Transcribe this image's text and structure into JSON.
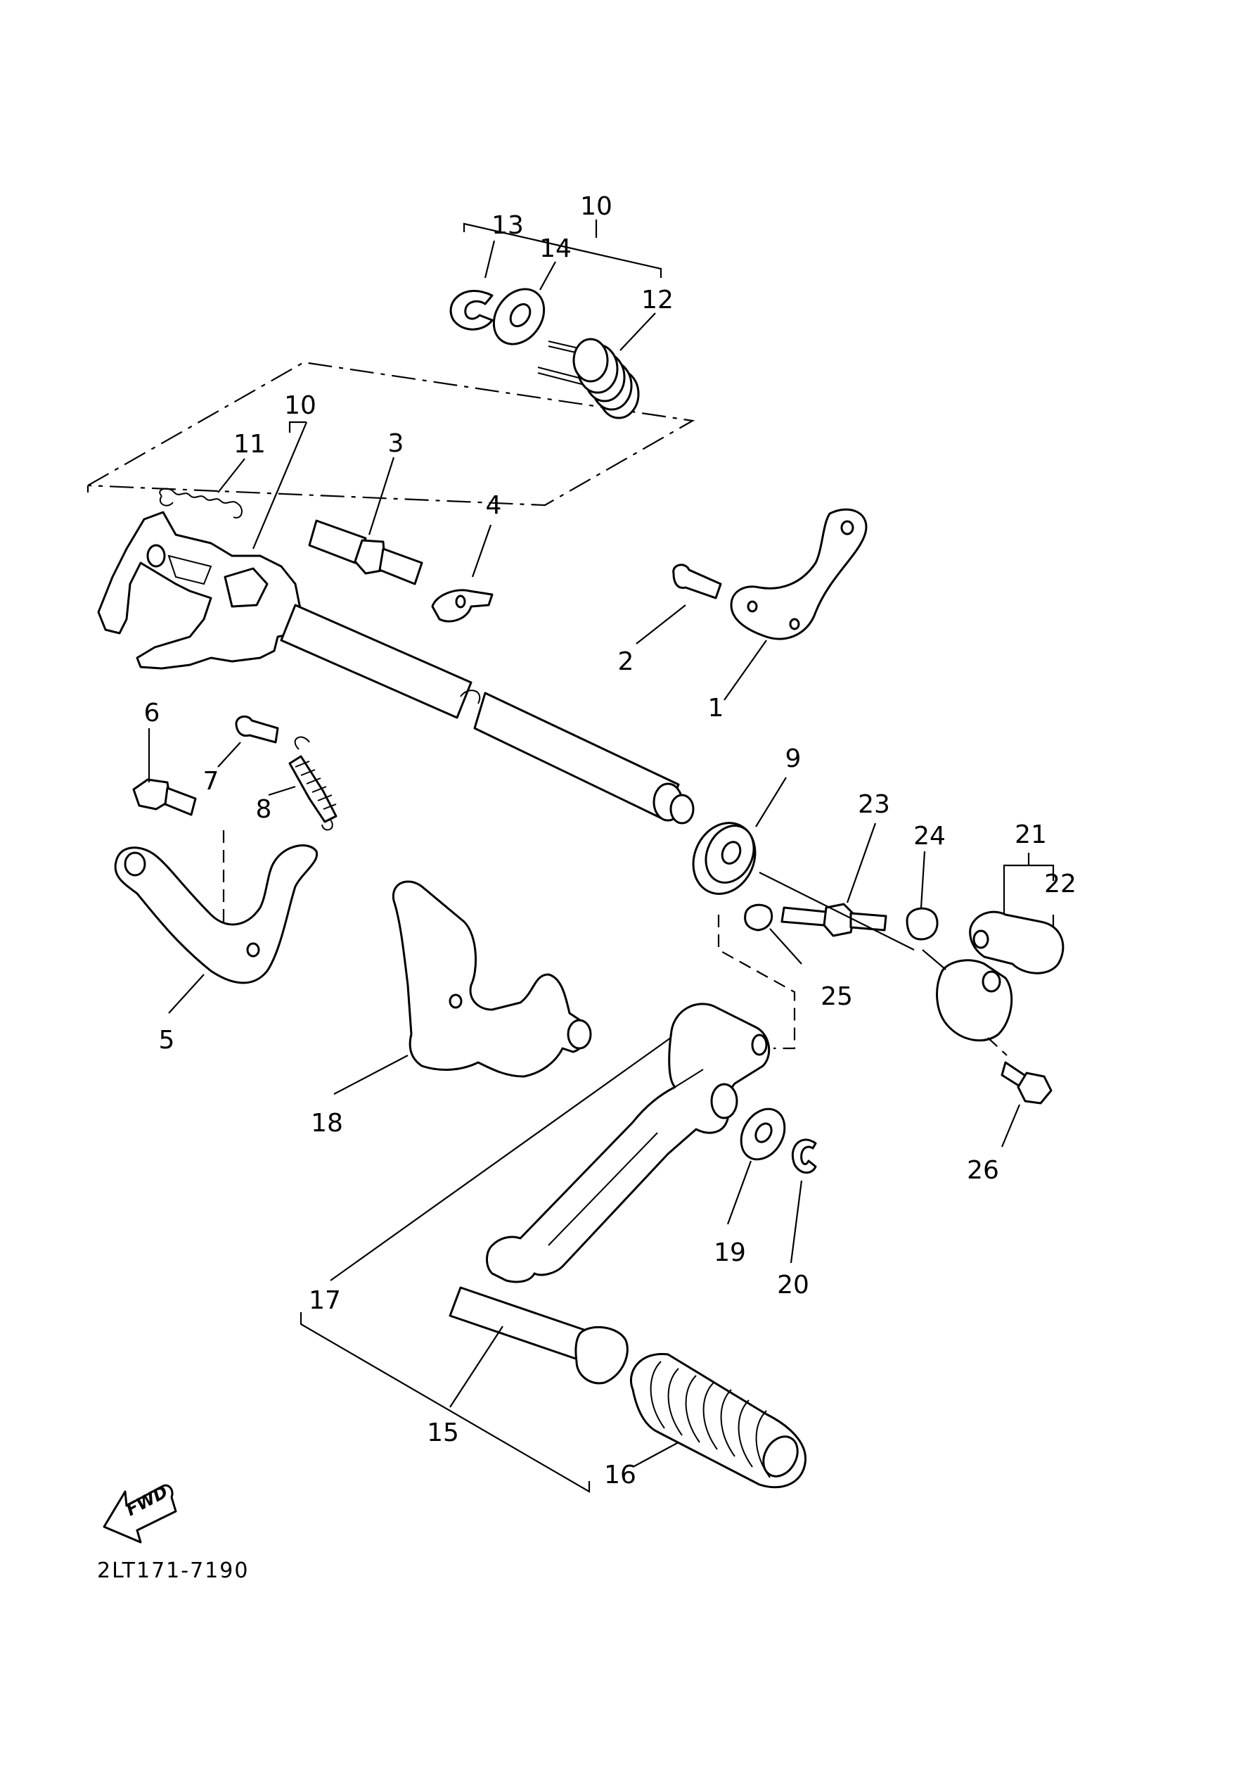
{
  "diagram": {
    "callouts": {
      "c1": "1",
      "c2": "2",
      "c3": "3",
      "c4": "4",
      "c5": "5",
      "c6": "6",
      "c7": "7",
      "c8": "8",
      "c9": "9",
      "c10a": "10",
      "c10b": "10",
      "c11": "11",
      "c12": "12",
      "c13": "13",
      "c14": "14",
      "c15": "15",
      "c16": "16",
      "c17": "17",
      "c18": "18",
      "c19": "19",
      "c20": "20",
      "c21": "21",
      "c22": "22",
      "c23": "23",
      "c24": "24",
      "c25": "25",
      "c26": "26"
    },
    "forward_label": "FWD",
    "drawing_code": "2LT171-7190"
  }
}
